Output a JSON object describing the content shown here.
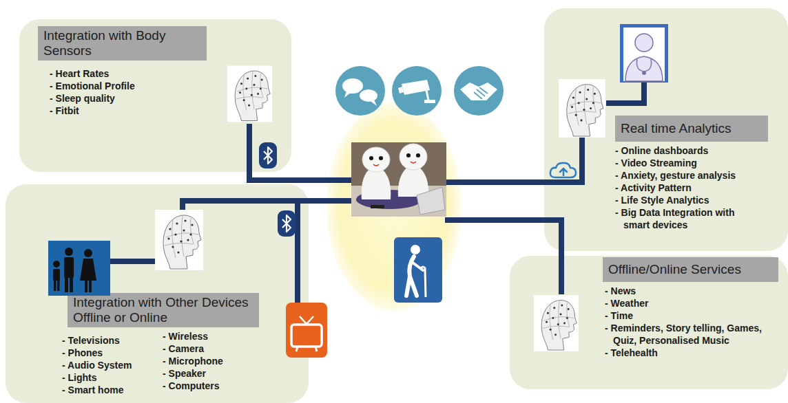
{
  "diagram": {
    "nodes": [
      {
        "text": [
          "- Heart Rates",
          "- Emotional Profile",
          "- Sleep quality",
          "- Fitbit"
        ]
      },
      {
        "text": [
          "Integration with Body Sensors"
        ],
        "in": 0
      },
      {
        "text": [
          "- Online dashboards",
          "- Video Streaming",
          "- Anxiety, gesture analysis",
          "- Activity Pattern",
          "- Life Style Analytics",
          "- Big Data Integration with smart devices"
        ]
      },
      {
        "text": [
          "Real time Analytics"
        ],
        "in": 2
      },
      {
        "text": [
          "- Televisions",
          "- Phones",
          "- Audio System",
          "- Lights",
          "- Smart home",
          "- Wireless",
          "- Camera",
          "- Microphone",
          "- Speaker",
          "- Computers"
        ]
      },
      {
        "text": [
          "Integration with Other Devices Offline or Online"
        ],
        "in": 4
      },
      {
        "text": [
          "- News",
          "- Weather",
          "- Time",
          "- Reminders, Story telling, Games, Quiz, Personalised Music",
          "- Telehealth"
        ]
      },
      {
        "text": [
          "Offline/Online Services"
        ],
        "in": 6
      }
    ]
  }
}
